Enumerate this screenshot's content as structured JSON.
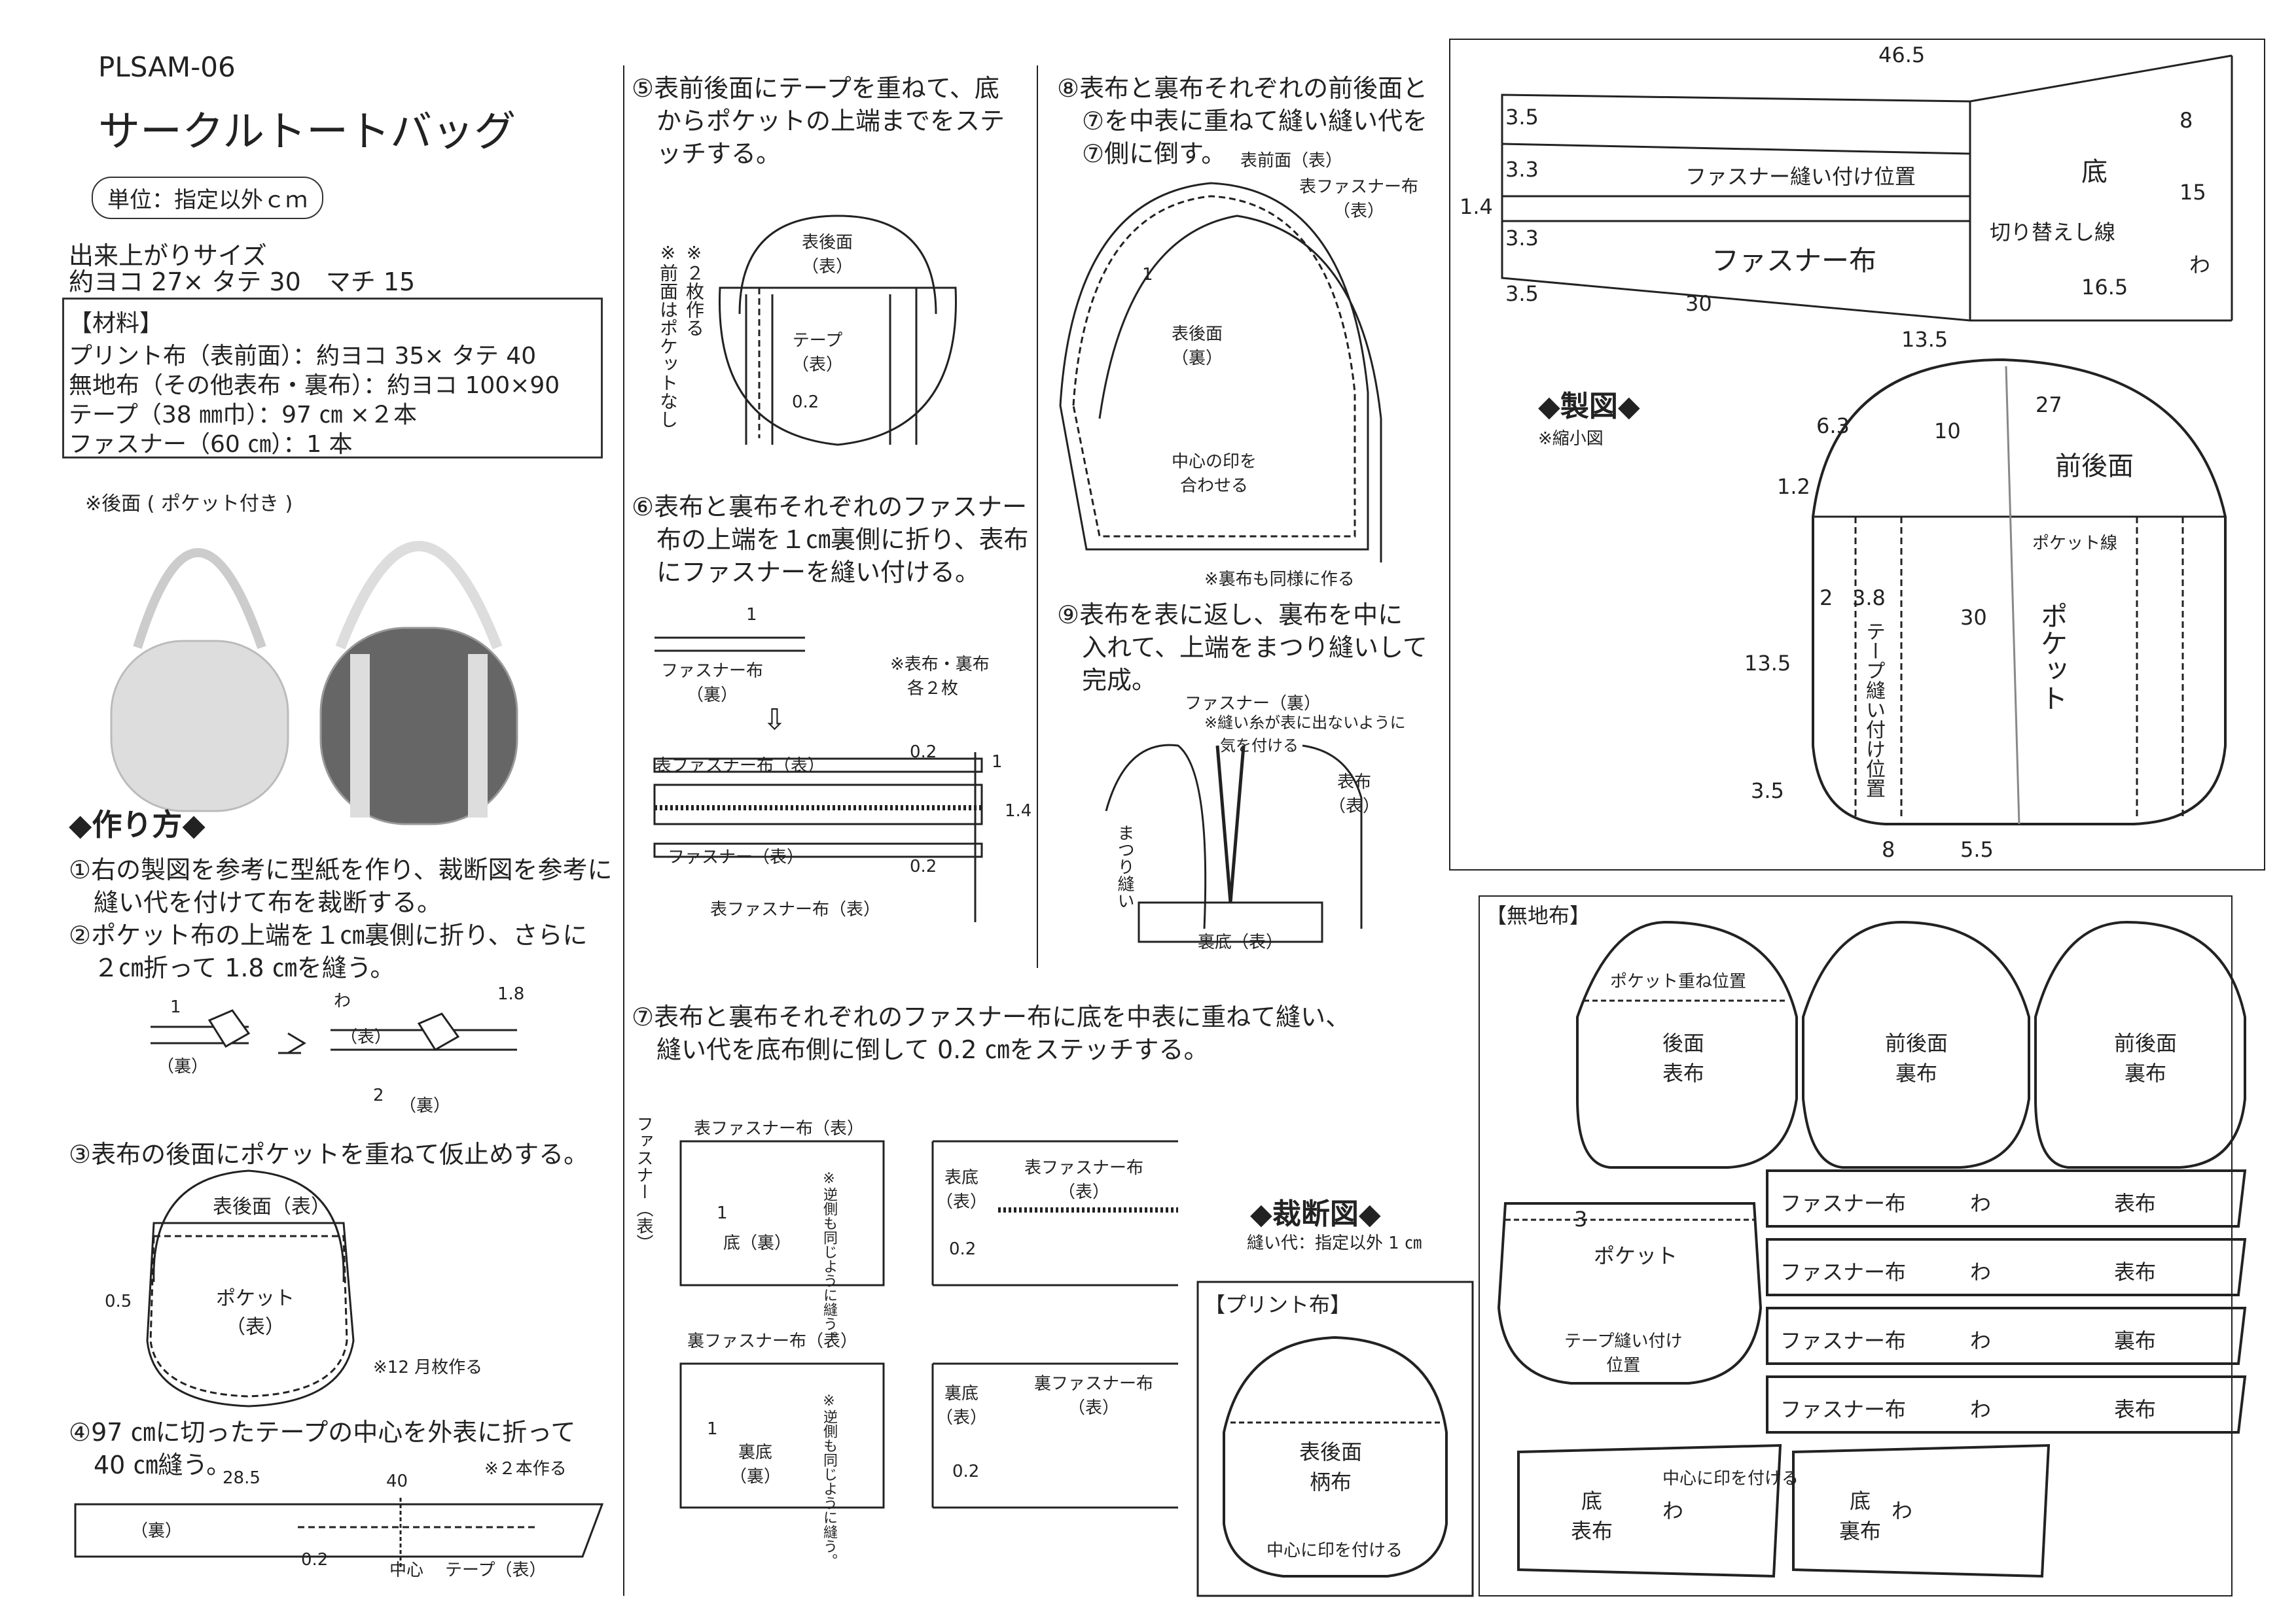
{
  "header": {
    "code": "PLSAM-06",
    "title": "サークルトートバッグ",
    "unit": "単位：指定以外ｃｍ"
  },
  "size": {
    "label": "出来上がりサイズ",
    "value": "約ヨコ 27× タテ 30　マチ 15"
  },
  "materials": {
    "title": "【材料】",
    "items": [
      "プリント布（表前面）：約ヨコ 35× タテ 40",
      "無地布（その他表布・裏布）：約ヨコ 100×90",
      "テープ（38 ㎜巾）：97 ㎝ ×２本",
      "ファスナー（60 ㎝）：1 本"
    ]
  },
  "photo": {
    "caption": "※後面 ( ポケット付き )"
  },
  "howto": {
    "heading": "◆作り方◆",
    "steps": [
      "①右の製図を参考に型紙を作り、裁断図を参考に\n　縫い代を付けて布を裁断する。",
      "②ポケット布の上端を１㎝裏側に折り、さらに\n　２㎝折って 1.8 ㎝を縫う。",
      "③表布の後面にポケットを重ねて仮止めする。",
      "④97 ㎝に切ったテープの中心を外表に折って\n　40 ㎝縫う。",
      "⑤表前後面にテープを重ねて、底\n　からポケットの上端までをステ\n　ッチする。",
      "⑥表布と裏布それぞれのファスナー\n　布の上端を１㎝裏側に折り、表布\n　にファスナーを縫い付ける。",
      "⑦表布と裏布それぞれのファスナー布に底を中表に重ねて縫い、\n　縫い代を底布側に倒して 0.2 ㎝をステッチする。",
      "⑧表布と裏布それぞれの前後面と\n　⑦を中表に重ねて縫い縫い代を\n　⑦側に倒す。",
      "⑨表布を表に返し、裏布を中に\n　入れて、上端をまつり縫いして\n　完成。"
    ]
  },
  "labels": {
    "s2": {
      "back": "（裏）",
      "front": "（表）",
      "back2": "（裏）",
      "w": "わ",
      "n1": "1",
      "n2": "2",
      "n18": "1.8"
    },
    "s3": {
      "top": "表後面（表）",
      "pocket": "ポケット\n（表）",
      "n05": "0.5",
      "note": "※12 月枚作る"
    },
    "s4": {
      "back": "（裏）",
      "n285": "28.5",
      "n40": "40",
      "n02": "0.2",
      "center": "中心",
      "tape": "テープ（表）",
      "note": "※２本作る"
    },
    "s5": {
      "note": "※２枚作る\n※前面はポケットなし",
      "body": "表後面\n（表）",
      "tape": "テープ\n（表）",
      "n02": "0.2"
    },
    "s6": {
      "n1": "1",
      "zb": "ファスナー布\n（裏）",
      "note": "※表布・裏布\n　各２枚",
      "arrow": "⇩",
      "zfront": "表ファスナー布（表）",
      "n02a": "0.2",
      "n1b": "1",
      "n14": "1.4",
      "zip": "ファスナー（表）",
      "n02b": "0.2",
      "zfront2": "表ファスナー布（表）"
    },
    "s7": {
      "zipv": "ファスナー（表）",
      "zf1": "表ファスナー布（表）",
      "n1a": "1",
      "bottomA": "底（裏）",
      "same": "※逆側も同じように縫う。",
      "bottomB": "表底\n（表）",
      "zf2": "表ファスナー布\n（表）",
      "n02a": "0.2",
      "zf3": "裏ファスナー布（表）",
      "n1b": "1",
      "bottomC": "裏底\n（裏）",
      "bottomD": "裏底\n（表）",
      "zf4": "裏ファスナー布\n（表）",
      "n02b": "0.2"
    },
    "s8": {
      "front": "表前面（表）",
      "zf": "表ファスナー布\n（表）",
      "n1": "1",
      "back": "表後面\n（裏）",
      "mark": "中心の印を\n合わせる",
      "note": "※裏布も同様に作る"
    },
    "s9": {
      "zip": "ファスナー（裏）",
      "note": "※縫い糸が表に出ないように\n　気を付ける",
      "body": "表布\n（表）",
      "matsuri": "まつり縫い",
      "bottom": "裏底（表）"
    }
  },
  "drafting": {
    "heading": "◆製図◆",
    "sub": "※縮小図",
    "dims": {
      "d465": "46.5",
      "d35a": "3.5",
      "d33a": "3.3",
      "d14": "1.4",
      "d33b": "3.3",
      "d35b": "3.5",
      "d30": "30",
      "d8": "8",
      "d15": "15",
      "d165": "16.5",
      "w": "わ",
      "d135": "13.5",
      "d63": "6.3",
      "d10": "10",
      "d27": "27",
      "d12": "1.2",
      "d2": "2",
      "d38": "3.8",
      "d30b": "30",
      "d135b": "13.5",
      "d35c": "3.5",
      "d8b": "8",
      "d55": "5.5"
    },
    "text": {
      "zipPos": "ファスナー縫い付け位置",
      "bottom": "底",
      "switch": "切り替えし線",
      "zipCloth": "ファスナー布",
      "frontBack": "前後面",
      "pocketLine": "ポケット線",
      "tapePos": "テープ縫い付け位置",
      "pocket": "ポケット"
    }
  },
  "cutting": {
    "heading": "◆裁断図◆",
    "sub": "縫い代：指定以外 1 ㎝",
    "print": {
      "title": "【プリント布】",
      "piece": "表後面\n柄布",
      "mark": "中心に印を付ける"
    },
    "plain": {
      "title": "【無地布】",
      "pocketPos": "ポケット重ね位置",
      "p1": "後面\n表布",
      "p2": "前後面\n裏布",
      "p3": "前後面\n裏布",
      "strips": [
        {
          "name": "ファスナー布",
          "w": "わ",
          "kind": "表布"
        },
        {
          "name": "ファスナー布",
          "w": "わ",
          "kind": "表布"
        },
        {
          "name": "ファスナー布",
          "w": "わ",
          "kind": "裏布"
        },
        {
          "name": "ファスナー布",
          "w": "わ",
          "kind": "表布"
        }
      ],
      "pocket": "ポケット",
      "n3": "3",
      "tapePos": "テープ縫い付け\n位置",
      "bot1": "底\n表布",
      "bot2": "底\n裏布",
      "centerMark": "中心に印を付ける",
      "w": "わ"
    }
  }
}
